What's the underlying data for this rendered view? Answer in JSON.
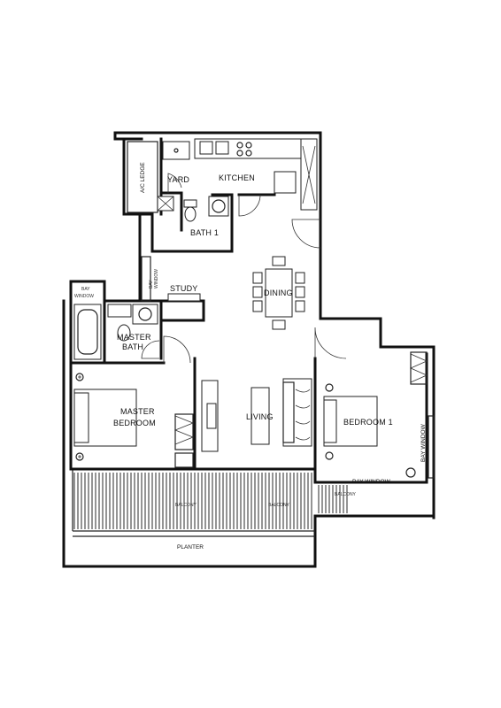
{
  "labels": {
    "ac_ledge": "A/C LEDGE",
    "yard": "YARD",
    "kitchen": "KITCHEN",
    "bath1": "BATH 1",
    "bay_window_vertical": "BAY\nWINDOW",
    "study": "STUDY",
    "dining": "DINING",
    "bay_window_top_left": "BAY\nWINDOW",
    "master_bath": "MASTER\nBATH",
    "master_bedroom": "MASTER\nBEDROOM",
    "living": "LIVING",
    "bedroom1": "BEDROOM 1",
    "bay_window_right": "BAY WINDOW",
    "bay_window_bottom": "BAY WINDOW",
    "balcony_left": "BALCONY",
    "balcony_mid": "BALCONY",
    "balcony_right": "BALCONY",
    "planter": "PLANTER"
  }
}
